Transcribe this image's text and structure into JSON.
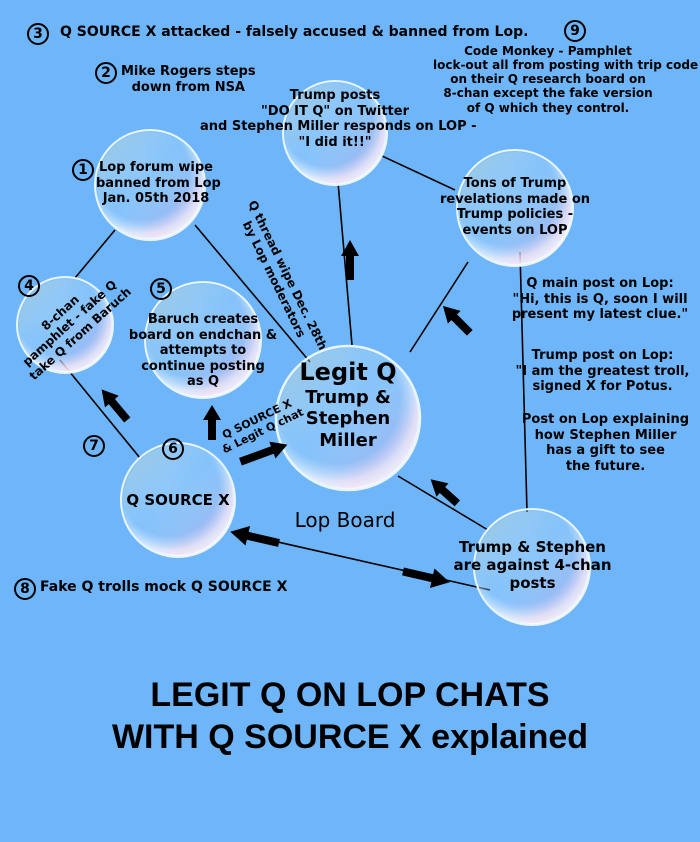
{
  "colors": {
    "background": "#6eb6f9",
    "bubble_rim": "#c9e6ff",
    "arrow": "#000000"
  },
  "title": {
    "line1": "LEGIT Q ON LOP CHATS",
    "line2": "WITH Q SOURCE X explained"
  },
  "events": {
    "e3": {
      "number": "3",
      "text": "Q SOURCE X attacked - falsely accused & banned from Lop."
    },
    "e2": {
      "number": "2",
      "line1": "Mike Rogers steps",
      "line2": "down from NSA"
    },
    "e9": {
      "number": "9",
      "line1": "Code Monkey - Pamphlet",
      "line2": "lock-out all from posting with trip code",
      "line3": "on their Q research board on",
      "line4": "8-chan except the fake version",
      "line5": "of Q which they control."
    },
    "e1": {
      "number": "1",
      "line1": "Lop forum   wipe",
      "line2": "banned from Lop",
      "line3": "Jan. 05th 2018"
    },
    "e4": {
      "number": "4",
      "line1": "8-chan",
      "line2": "pamphlet - fake Q",
      "line3": "take Q from Baruch"
    },
    "e5": {
      "number": "5",
      "line1": "Baruch creates",
      "line2": "board on endchan &",
      "line3": "attempts to",
      "line4": "continue posting",
      "line5": "as Q"
    },
    "e6": {
      "number": "6"
    },
    "e7": {
      "number": "7"
    },
    "e8": {
      "number": "8",
      "text": "Fake Q trolls mock Q SOURCE X"
    }
  },
  "nodes": {
    "trump_posts": {
      "line1": "Trump posts",
      "line2": "\"DO IT Q\" on Twitter",
      "line3": "and Stephen Miller responds on LOP -",
      "line4": "\"I did it!!\""
    },
    "revelations": {
      "line1": "Tons of Trump",
      "line2": "revelations made on",
      "line3": "Trump policies -",
      "line4": "events on LOP"
    },
    "legit_q": {
      "line1": "Legit Q",
      "line2": "Trump &",
      "line3": "Stephen",
      "line4": "Miller"
    },
    "q_source_x": {
      "label": "Q SOURCE X"
    },
    "against_4chan": {
      "line1": "Trump & Stephen",
      "line2": "are against 4-chan",
      "line3": "posts"
    }
  },
  "labels": {
    "lop_board": "Lop Board",
    "thread_wipe_line1": "Q thread wipe Dec. 28th",
    "thread_wipe_line2": "by Lop moderators",
    "legit_chat_line1": "Q SOURCE X",
    "legit_chat_line2": "& Legit Q chat"
  },
  "notes": {
    "n1_line1": "Q main post on Lop:",
    "n1_line2": "\"Hi, this is Q, soon I will",
    "n1_line3": "present my latest clue.\"",
    "n2_line1": "Trump post on Lop:",
    "n2_line2": "\"I am the greatest troll,",
    "n2_line3": "signed X for Potus.",
    "n3_line1": "Post on Lop explaining",
    "n3_line2": "how Stephen Miller",
    "n3_line3": "has a gift to see",
    "n3_line4": "the future."
  }
}
